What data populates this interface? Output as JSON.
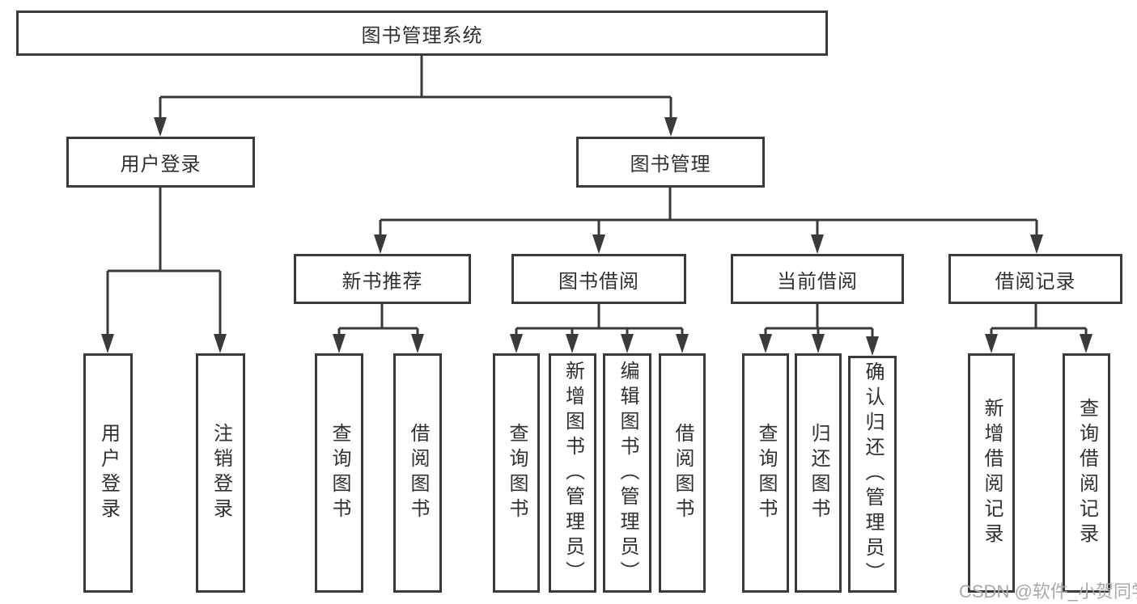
{
  "diagram": {
    "root": {
      "label": "图书管理系统"
    },
    "level2": [
      {
        "label": "用户登录"
      },
      {
        "label": "图书管理"
      }
    ],
    "user_login_children": [
      {
        "label": "用户登录"
      },
      {
        "label": "注销登录"
      }
    ],
    "level3": [
      {
        "label": "新书推荐"
      },
      {
        "label": "图书借阅"
      },
      {
        "label": "当前借阅"
      },
      {
        "label": "借阅记录"
      }
    ],
    "new_book_children": [
      {
        "label": "查询图书"
      },
      {
        "label": "借阅图书"
      }
    ],
    "book_borrow_children": [
      {
        "label": "查询图书"
      },
      {
        "label": "新增图书（管理员）"
      },
      {
        "label": "编辑图书（管理员）"
      },
      {
        "label": "借阅图书"
      }
    ],
    "current_borrow_children": [
      {
        "label": "查询图书"
      },
      {
        "label": "归还图书"
      },
      {
        "label": "确认归还（管理员）"
      }
    ],
    "borrow_record_children": [
      {
        "label": "新增借阅记录"
      },
      {
        "label": "查询借阅记录"
      }
    ]
  },
  "watermark": {
    "text": "CSDN @软件_小贺同学"
  },
  "colors": {
    "line": "#3a3a3a",
    "text": "#303030",
    "watermark": "#a9a9a9",
    "background": "#ffffff"
  }
}
